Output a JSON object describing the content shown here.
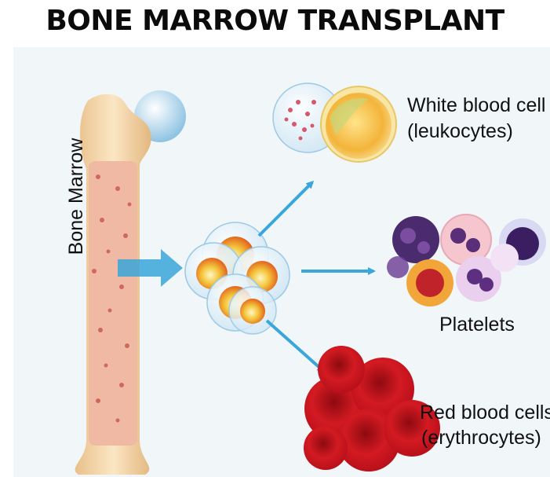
{
  "title": "BONE MARROW TRANSPLANT",
  "labels": {
    "bone_marrow": "Bone Marrow",
    "white_blood_cell_line1": "White blood cell",
    "white_blood_cell_line2": "(leukocytes)",
    "platelets": "Platelets",
    "red_blood_cells_line1": "Red blood cells",
    "red_blood_cells_line2": "(erythrocytes)"
  },
  "colors": {
    "arrow": "#3aa6d9",
    "bone": "#f2cf9e",
    "marrow": "#e8a28a",
    "rbc": "#c8141c",
    "stem_cell": "#f0c040",
    "panel": "#f1f6f9"
  }
}
